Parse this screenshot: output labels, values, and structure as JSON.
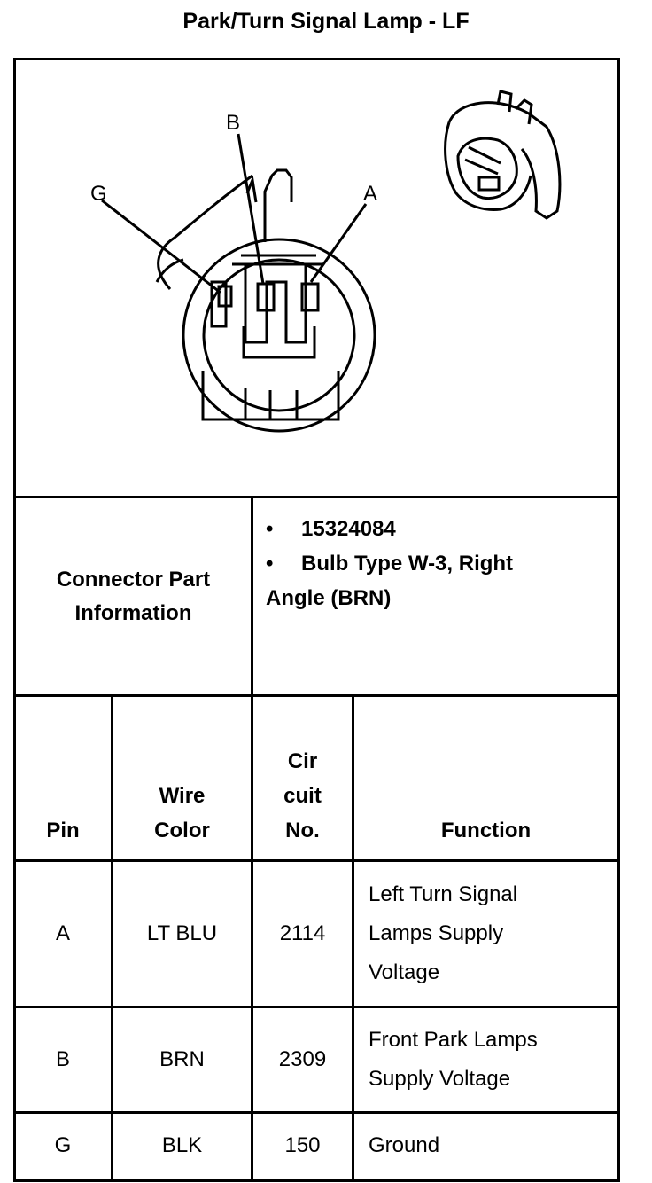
{
  "title": "Park/Turn Signal Lamp - LF",
  "diagram": {
    "pin_labels": [
      "B",
      "G",
      "A"
    ]
  },
  "connector_info": {
    "label": "Connector Part Information",
    "label_line1": "Connector Part",
    "label_line2": "Information",
    "items": [
      "15324084",
      "Bulb Type W-3, Right"
    ],
    "item2_continuation": "Angle (BRN)",
    "bullet": "•"
  },
  "table": {
    "headers": {
      "pin": "Pin",
      "wire_line1": "Wire",
      "wire_line2": "Color",
      "circuit_line1": "Cir",
      "circuit_line2": "cuit",
      "circuit_line3": "No.",
      "function": "Function"
    },
    "rows": [
      {
        "pin": "A",
        "wire": "LT BLU",
        "circuit": "2114",
        "function_lines": [
          "Left Turn Signal",
          "Lamps Supply",
          "Voltage"
        ]
      },
      {
        "pin": "B",
        "wire": "BRN",
        "circuit": "2309",
        "function_lines": [
          "Front Park Lamps",
          "Supply Voltage"
        ]
      },
      {
        "pin": "G",
        "wire": "BLK",
        "circuit": "150",
        "function_lines": [
          "Ground"
        ]
      }
    ]
  }
}
